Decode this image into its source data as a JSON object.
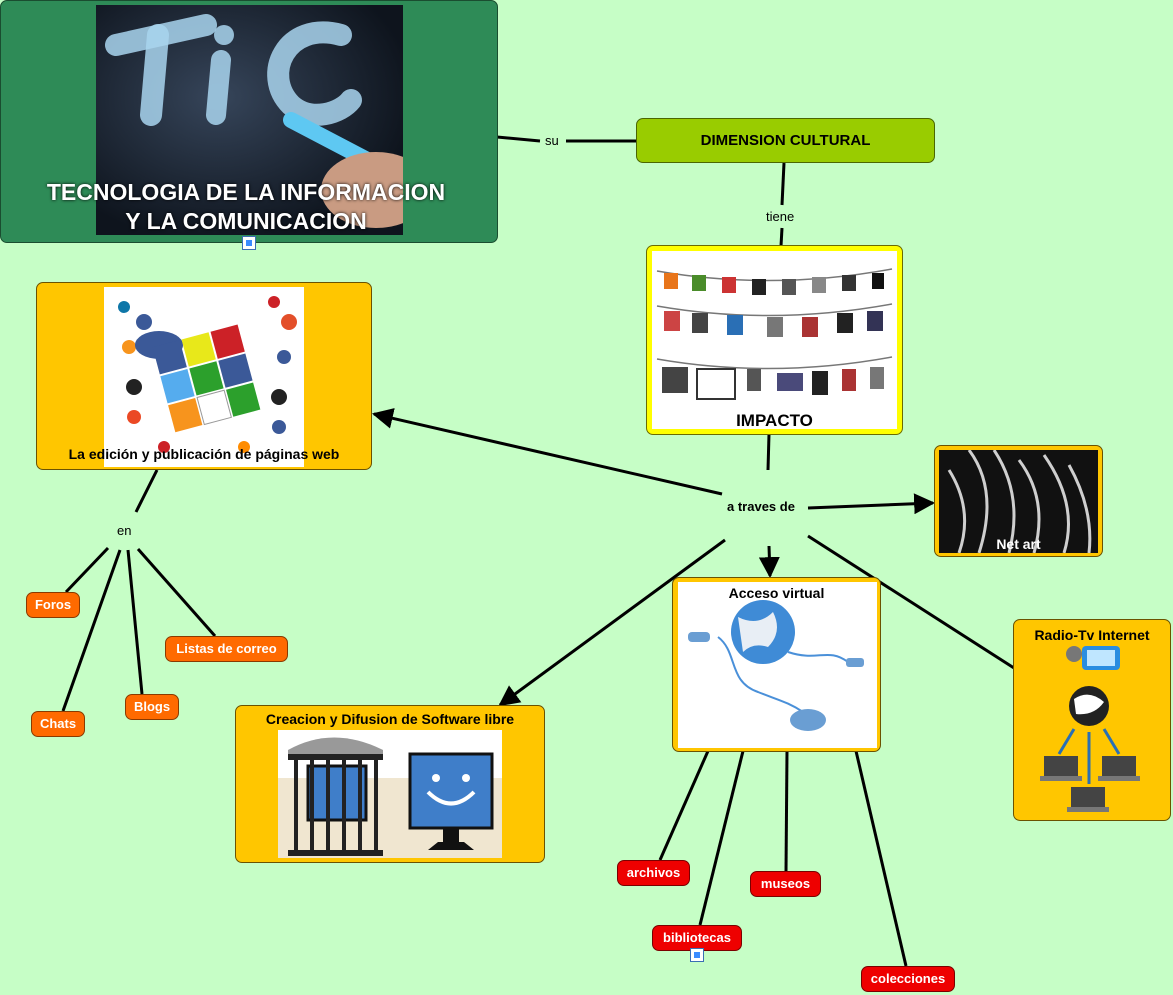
{
  "root": {
    "title_line1": "TECNOLOGIA DE LA INFORMACION",
    "title_line2": "Y LA COMUNICACION",
    "image_text": "TiC"
  },
  "nodes": {
    "dimension": "DIMENSION CULTURAL",
    "impacto": "IMPACTO",
    "edicion": "La edición y publicación de páginas web",
    "netart": "Net art",
    "acceso": "Acceso virtual",
    "radio": "Radio-Tv Internet",
    "software": "Creacion y Difusion de Software libre"
  },
  "links": {
    "su": "su",
    "tiene": "tiene",
    "a_traves_de": "a traves de",
    "en": "en"
  },
  "orange_items": [
    "Foros",
    "Listas de correo",
    "Chats",
    "Blogs"
  ],
  "red_items": [
    "archivos",
    "museos",
    "bibliotecas",
    "colecciones"
  ],
  "colors": {
    "background": "#c6fec6",
    "root": "#2e8b57",
    "dimension": "#99cc00",
    "yellow": "#ffc600",
    "orange": "#ff6a00",
    "red": "#ee0000"
  },
  "icons": [
    "image-link-icon"
  ]
}
